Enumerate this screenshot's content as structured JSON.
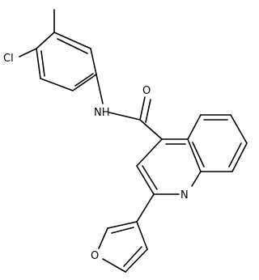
{
  "molecule": {
    "labels": {
      "chlorine": "Cl",
      "amide_nitrogen": "NH",
      "carbonyl_oxygen": "O",
      "ring_nitrogen": "N",
      "furan_oxygen": "O"
    }
  }
}
